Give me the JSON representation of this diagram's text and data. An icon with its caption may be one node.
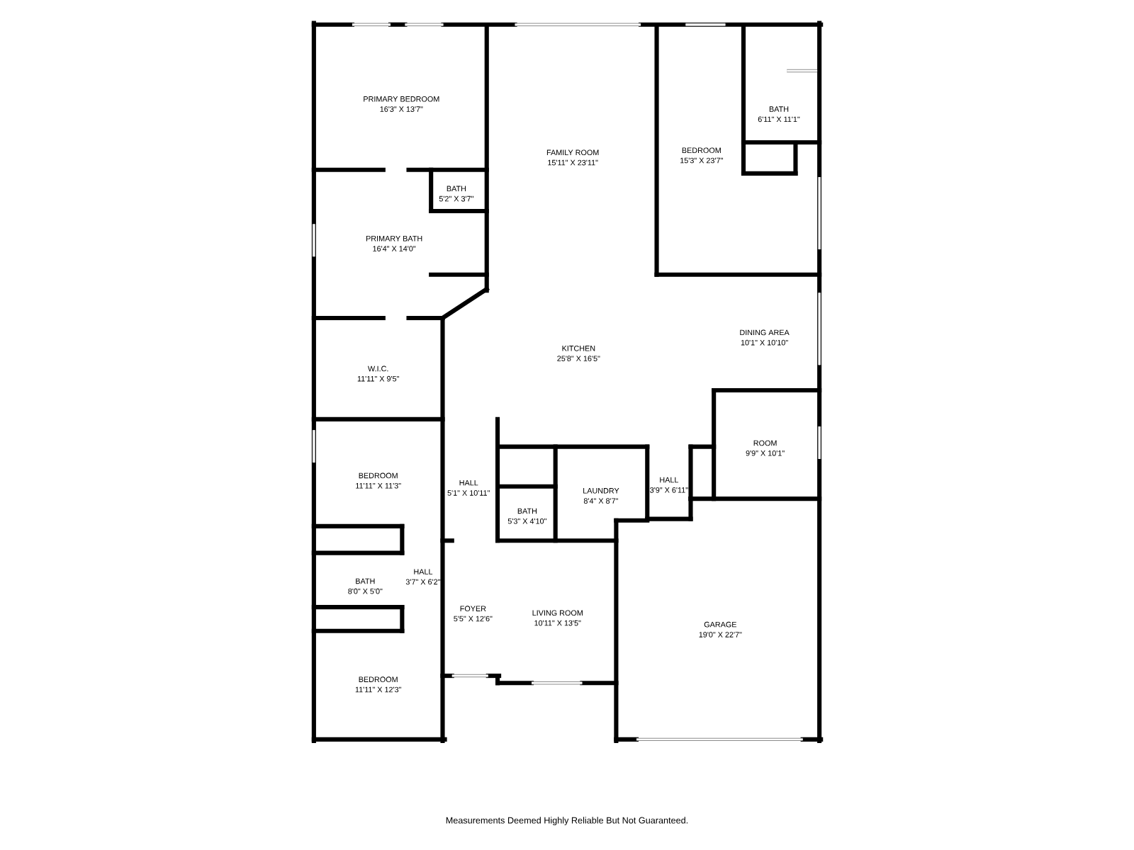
{
  "diagram": {
    "caption": "Measurements Deemed Highly Reliable But Not Guaranteed.",
    "labels": [
      "PRIMARY BEDROOM",
      "16'3\" X 13'7\"",
      "BATH",
      "6'11\" X 11'1\"",
      "BEDROOM",
      "15'3\" X 23'7\"",
      "FAMILY ROOM",
      "15'11\" X 23'11\"",
      "BATH",
      "5'2\" X 3'7\"",
      "PRIMARY BATH",
      "16'4\" X 14'0\"",
      "DINING AREA",
      "10'1\" X 10'10\"",
      "KITCHEN",
      "25'8\" X 16'5\"",
      "W.I.C.",
      "11'11\" X 9'5\"",
      "ROOM",
      "9'9\" X 10'1\"",
      "BEDROOM",
      "11'11\" X 11'3\"",
      "HALL",
      "3'9\" X 6'11\"",
      "HALL",
      "5'1\" X 10'11\"",
      "LAUNDRY",
      "8'4\" X 8'7\"",
      "BATH",
      "5'3\" X 4'10\"",
      "BATH",
      "8'0\" X 5'0\"",
      "HALL",
      "3'7\" X 6'2\"",
      "FOYER",
      "5'5\" X 12'6\"",
      "LIVING ROOM",
      "10'11\" X 13'5\"",
      "GARAGE",
      "19'0\" X 22'7\"",
      "BEDROOM",
      "11'11\" X 12'3\""
    ]
  }
}
